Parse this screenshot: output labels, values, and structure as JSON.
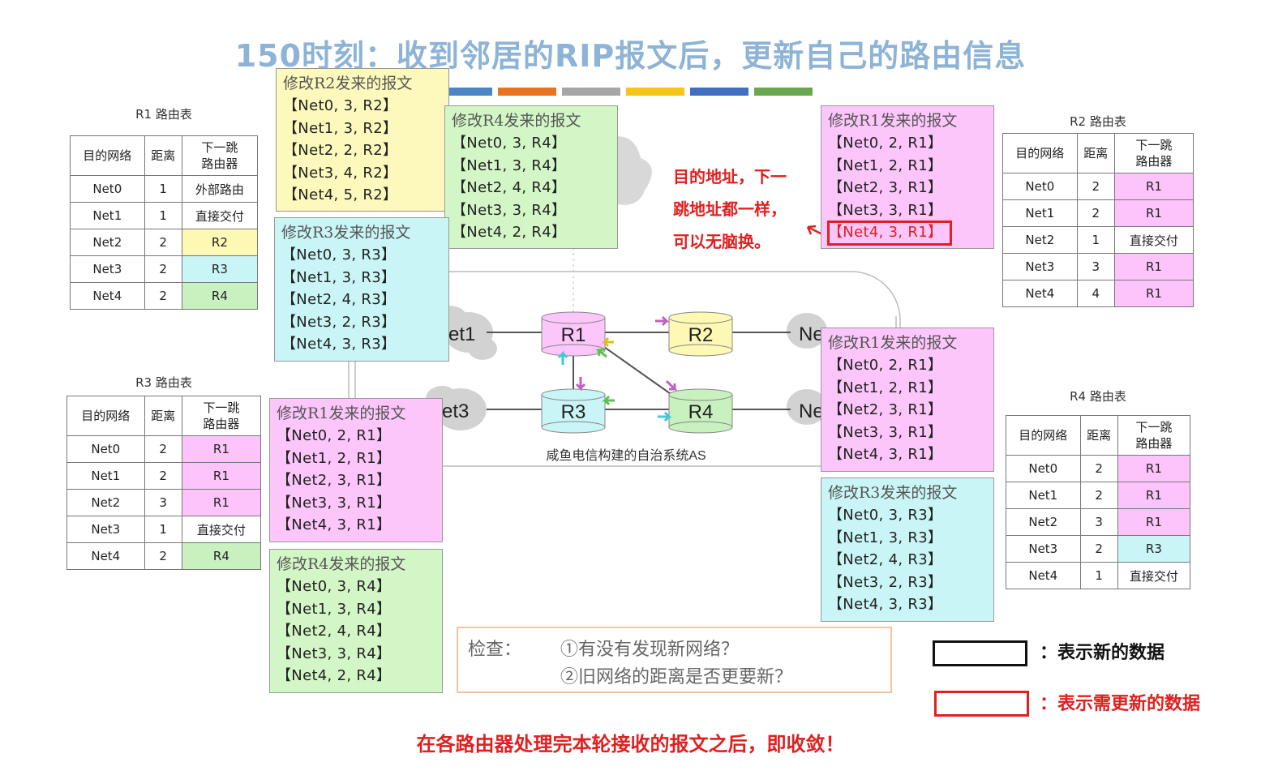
{
  "title": "150时刻：收到邻居的RIP报文后，更新自己的路由信息",
  "colors": {
    "bars": [
      "#4a86c5",
      "#e8741f",
      "#a6a6a6",
      "#f5c518",
      "#3f6fbf",
      "#6aa84f"
    ]
  },
  "tables": {
    "r1": {
      "caption": "R1 路由表",
      "head": [
        "目的网络",
        "距离",
        "下一跳\n路由器"
      ],
      "rows": [
        {
          "net": "Net0",
          "dist": "1",
          "hop": "外部路由",
          "color": "none"
        },
        {
          "net": "Net1",
          "dist": "1",
          "hop": "直接交付",
          "color": "none"
        },
        {
          "net": "Net2",
          "dist": "2",
          "hop": "R2",
          "color": "yellow"
        },
        {
          "net": "Net3",
          "dist": "2",
          "hop": "R3",
          "color": "cyan"
        },
        {
          "net": "Net4",
          "dist": "2",
          "hop": "R4",
          "color": "green"
        }
      ]
    },
    "r2": {
      "caption": "R2 路由表",
      "head": [
        "目的网络",
        "距离",
        "下一跳\n路由器"
      ],
      "rows": [
        {
          "net": "Net0",
          "dist": "2",
          "hop": "R1",
          "color": "pink"
        },
        {
          "net": "Net1",
          "dist": "2",
          "hop": "R1",
          "color": "pink"
        },
        {
          "net": "Net2",
          "dist": "1",
          "hop": "直接交付",
          "color": "none"
        },
        {
          "net": "Net3",
          "dist": "3",
          "hop": "R1",
          "color": "pink"
        },
        {
          "net": "Net4",
          "dist": "4",
          "hop": "R1",
          "color": "pink"
        }
      ]
    },
    "r3": {
      "caption": "R3 路由表",
      "head": [
        "目的网络",
        "距离",
        "下一跳\n路由器"
      ],
      "rows": [
        {
          "net": "Net0",
          "dist": "2",
          "hop": "R1",
          "color": "pink"
        },
        {
          "net": "Net1",
          "dist": "2",
          "hop": "R1",
          "color": "pink"
        },
        {
          "net": "Net2",
          "dist": "3",
          "hop": "R1",
          "color": "pink"
        },
        {
          "net": "Net3",
          "dist": "1",
          "hop": "直接交付",
          "color": "none"
        },
        {
          "net": "Net4",
          "dist": "2",
          "hop": "R4",
          "color": "green"
        }
      ]
    },
    "r4": {
      "caption": "R4 路由表",
      "head": [
        "目的网络",
        "距离",
        "下一跳\n路由器"
      ],
      "rows": [
        {
          "net": "Net0",
          "dist": "2",
          "hop": "R1",
          "color": "pink"
        },
        {
          "net": "Net1",
          "dist": "2",
          "hop": "R1",
          "color": "pink"
        },
        {
          "net": "Net2",
          "dist": "3",
          "hop": "R1",
          "color": "pink"
        },
        {
          "net": "Net3",
          "dist": "2",
          "hop": "R3",
          "color": "cyan"
        },
        {
          "net": "Net4",
          "dist": "1",
          "hop": "直接交付",
          "color": "none"
        }
      ]
    }
  },
  "messages": {
    "m_r2": {
      "title": "修改R2发来的报文",
      "lines": [
        "【Net0, 3, R2】",
        "【Net1, 3, R2】",
        "【Net2, 2, R2】",
        "【Net3, 4, R2】",
        "【Net4, 5, R2】"
      ]
    },
    "m_r4_top": {
      "title": "修改R4发来的报文",
      "lines": [
        "【Net0, 3, R4】",
        "【Net1, 3, R4】",
        "【Net2, 4, R4】",
        "【Net3, 3, R4】",
        "【Net4, 2, R4】"
      ]
    },
    "m_r3_left": {
      "title": "修改R3发来的报文",
      "lines": [
        "【Net0, 3, R3】",
        "【Net1, 3, R3】",
        "【Net2, 4, R3】",
        "【Net3, 2, R3】",
        "【Net4, 3, R3】"
      ]
    },
    "m_r1_top_right": {
      "title": "修改R1发来的报文",
      "lines": [
        "【Net0, 2, R1】",
        "【Net1, 2, R1】",
        "【Net2, 3, R1】",
        "【Net3, 3, R1】",
        "【Net4, 3, R1】"
      ]
    },
    "m_r1_mid_right": {
      "title": "修改R1发来的报文",
      "lines": [
        "【Net0, 2, R1】",
        "【Net1, 2, R1】",
        "【Net2, 3, R1】",
        "【Net3, 3, R1】",
        "【Net4, 3, R1】"
      ]
    },
    "m_r1_left": {
      "title": "修改R1发来的报文",
      "lines": [
        "【Net0, 2, R1】",
        "【Net1, 2, R1】",
        "【Net2, 3, R1】",
        "【Net3, 3, R1】",
        "【Net4, 3, R1】"
      ]
    },
    "m_r4_bottom": {
      "title": "修改R4发来的报文",
      "lines": [
        "【Net0, 3, R4】",
        "【Net1, 3, R4】",
        "【Net2, 4, R4】",
        "【Net3, 3, R4】",
        "【Net4, 2, R4】"
      ]
    },
    "m_r3_right": {
      "title": "修改R3发来的报文",
      "lines": [
        "【Net0, 3, R3】",
        "【Net1, 3, R3】",
        "【Net2, 4, R3】",
        "【Net3, 2, R3】",
        "【Net4, 3, R3】"
      ]
    }
  },
  "note": {
    "lines": [
      "目的地址，下一",
      "跳地址都一样，",
      "可以无脑换。"
    ]
  },
  "topology": {
    "routers": [
      "R1",
      "R2",
      "R3",
      "R4"
    ],
    "clouds": [
      "et1",
      "et3",
      "Ne",
      "Ne"
    ],
    "as_label": "咸鱼电信构建的自治系统AS"
  },
  "check": {
    "label": "检查：",
    "q1": "①有没有发现新网络？",
    "q2": "②旧网络的距离是否更要新？"
  },
  "legend": {
    "new": "：表示新的数据",
    "update": "：表示需更新的数据"
  },
  "footer": "在各路由器处理完本轮接收的报文之后，即收敛！"
}
